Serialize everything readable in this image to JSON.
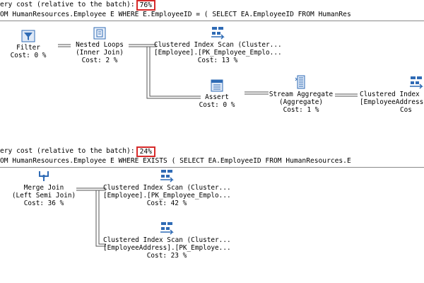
{
  "query1": {
    "cost_prefix": "ery cost (relative to the batch):",
    "cost_value": "76%",
    "sql": "OM HumanResources.Employee E WHERE E.EmployeeID = ( SELECT EA.EmployeeID FROM HumanRes"
  },
  "query2": {
    "cost_prefix": "ery cost (relative to the batch):",
    "cost_value": "24%",
    "sql": "OM HumanResources.Employee E WHERE EXISTS ( SELECT EA.EmployeeID FROM HumanResources.E"
  },
  "plan1": {
    "filter": {
      "name": "Filter",
      "cost": "Cost: 0 %"
    },
    "nested_loops": {
      "name": "Nested Loops",
      "sub": "(Inner Join)",
      "cost": "Cost: 2 %"
    },
    "ci_scan_employee": {
      "name": "Clustered Index Scan (Cluster...",
      "sub": "[Employee].[PK_Employee_Emplo...",
      "cost": "Cost: 13 %"
    },
    "assert": {
      "name": "Assert",
      "cost": "Cost: 0 %"
    },
    "stream_aggregate": {
      "name": "Stream Aggregate",
      "sub": "(Aggregate)",
      "cost": "Cost: 1 %"
    },
    "ci_scan_address": {
      "name": "Clustered Index",
      "sub": "[EmployeeAddress",
      "cost": "Cos"
    }
  },
  "plan2": {
    "merge_join": {
      "name": "Merge Join",
      "sub": "(Left Semi Join)",
      "cost": "Cost: 36 %"
    },
    "ci_scan_employee": {
      "name": "Clustered Index Scan (Cluster...",
      "sub": "[Employee].[PK_Employee_Emplo...",
      "cost": "Cost: 42 %"
    },
    "ci_scan_address": {
      "name": "Clustered Index Scan (Cluster...",
      "sub": "[EmployeeAddress].[PK_Employe...",
      "cost": "Cost: 23 %"
    }
  },
  "colors": {
    "highlight_box": "#d62a2a",
    "icon_blue": "#2f6bb5",
    "separator": "#8a8a8a"
  }
}
